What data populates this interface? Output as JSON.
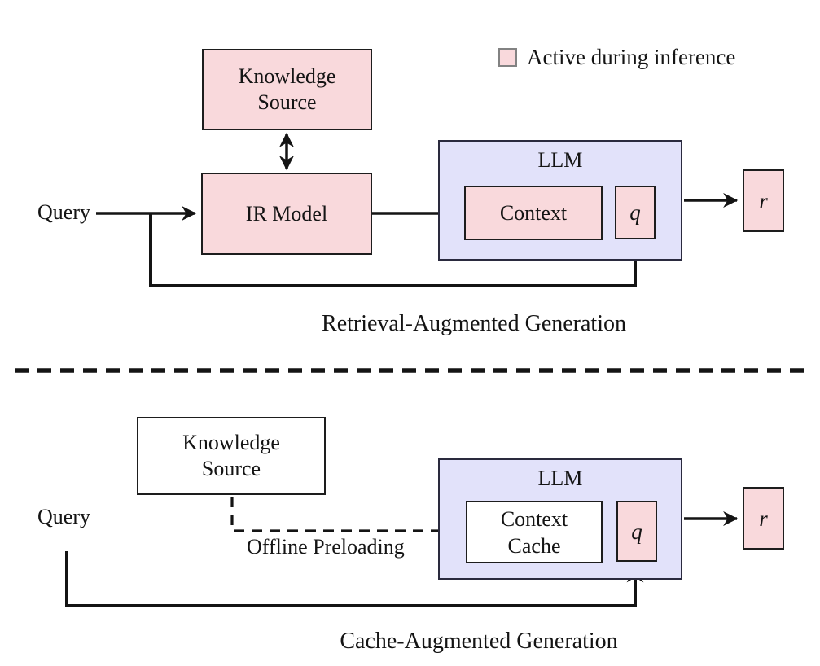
{
  "legend": {
    "label": "Active during inference",
    "swatch_color": "#f9d9dc"
  },
  "colors": {
    "active_fill": "#f9d9dc",
    "llm_fill": "#e2e2fa",
    "inactive_fill": "#ffffff",
    "line": "#141414"
  },
  "rag": {
    "query_label": "Query",
    "knowledge_source_label": "Knowledge Source",
    "ir_model_label": "IR Model",
    "llm_label": "LLM",
    "context_label": "Context",
    "query_token_label": "q",
    "response_label": "r",
    "caption": "Retrieval-Augmented Generation"
  },
  "cag": {
    "query_label": "Query",
    "knowledge_source_label": "Knowledge Source",
    "offline_preloading_label": "Offline Preloading",
    "llm_label": "LLM",
    "context_cache_label": "Context Cache",
    "query_token_label": "q",
    "response_label": "r",
    "caption": "Cache-Augmented Generation"
  }
}
